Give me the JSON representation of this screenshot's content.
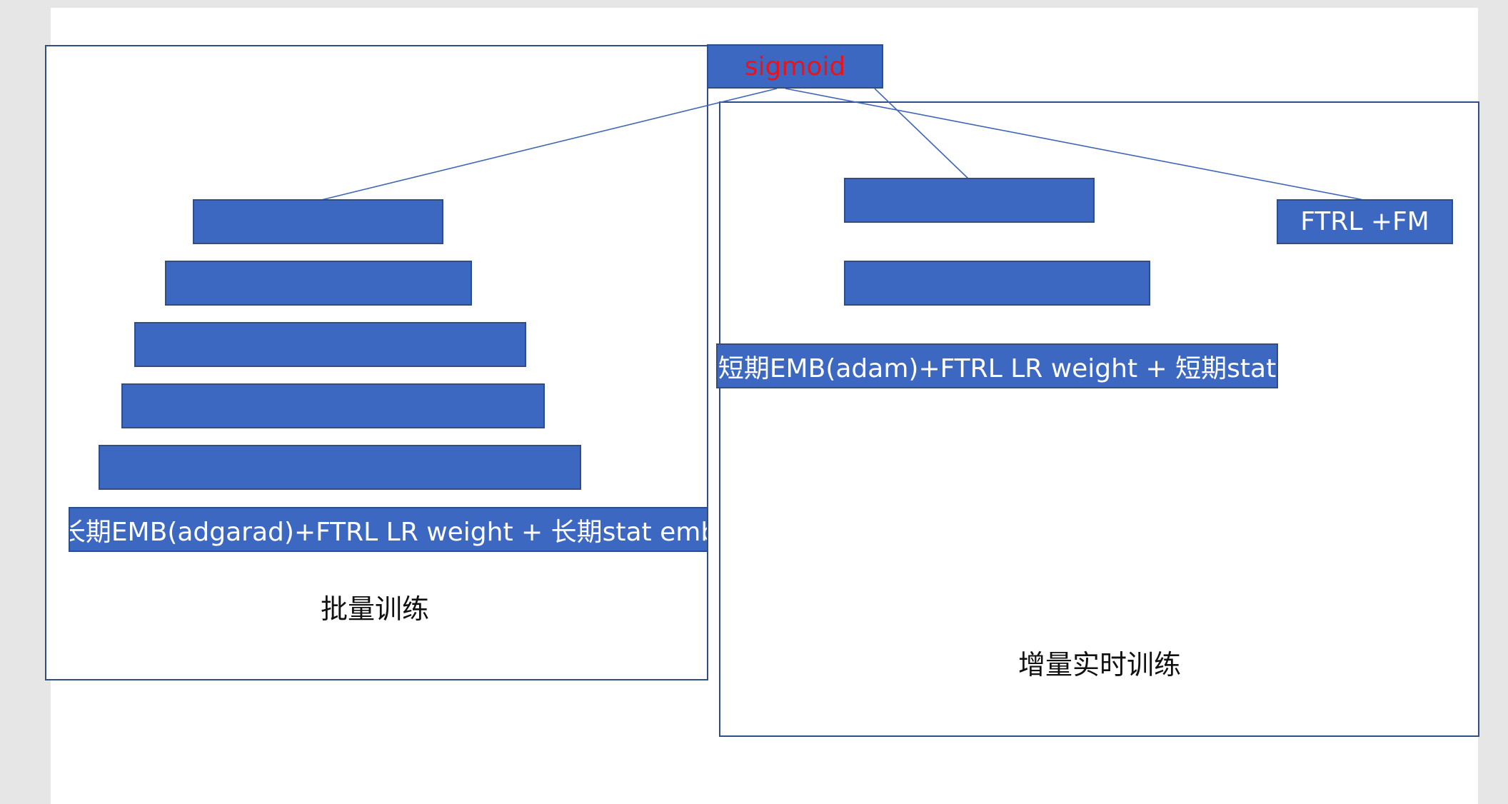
{
  "diagram": {
    "top_node": {
      "label": "sigmoid",
      "color": "#e8141b"
    },
    "batch_panel": {
      "caption": "批量训练",
      "base_label": "长期EMB(adgarad)+FTRL LR weight + 长期stat emb",
      "layers": [
        "",
        "",
        "",
        "",
        ""
      ]
    },
    "incremental_panel": {
      "caption": "增量实时训练",
      "base_label": "短期EMB(adam)+FTRL LR weight + 短期stat",
      "layers": [
        "",
        ""
      ],
      "side_node": "FTRL +FM"
    },
    "colors": {
      "bar_fill": "#3d68c1",
      "bar_border": "#2f4d86",
      "line": "#3f66b5"
    }
  }
}
